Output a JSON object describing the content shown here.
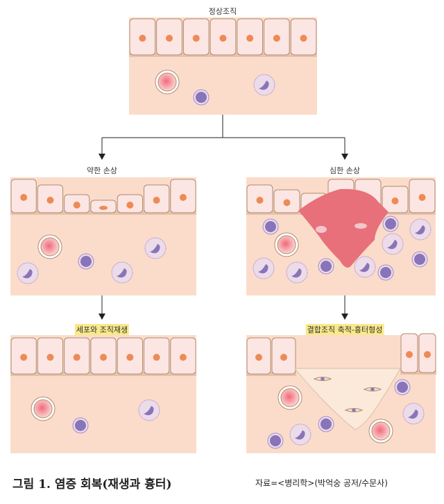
{
  "labels": {
    "normal": "정상조직",
    "mild": "약한 손상",
    "severe": "심한 손상",
    "regeneration": "세포와 조직재생",
    "scarring": "결합조직 축적-흉터형성"
  },
  "caption": "그림 1. 염증 회복(재생과 흉터)",
  "source": "자료=<병리학>(박억숭 공저/수문사)",
  "colors": {
    "tissue": "#fbdccb",
    "epithelium": "#fbe6e4",
    "nucleus": "#ee8a55",
    "wound": "#e8707a",
    "lymphocyte": "#8a74b8",
    "highlight": "#f9e98a",
    "scar": "#fbe9d9"
  }
}
